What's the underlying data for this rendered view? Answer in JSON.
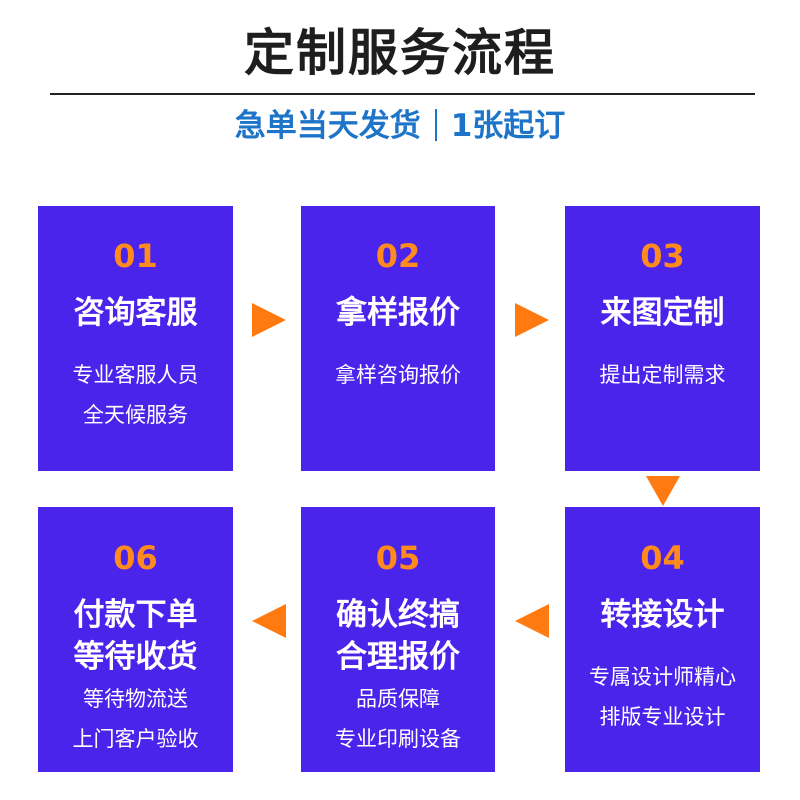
{
  "title": "定制服务流程",
  "subtitle": {
    "left": "急单当天发货",
    "right": "1张起订"
  },
  "steps": [
    {
      "num": "01",
      "name": [
        "咨询客服"
      ],
      "desc": [
        "专业客服人员",
        "全天候服务"
      ]
    },
    {
      "num": "02",
      "name": [
        "拿样报价"
      ],
      "desc": [
        "拿样咨询报价"
      ]
    },
    {
      "num": "03",
      "name": [
        "来图定制"
      ],
      "desc": [
        "提出定制需求"
      ]
    },
    {
      "num": "04",
      "name": [
        "转接设计"
      ],
      "desc": [
        "专属设计师精心",
        "排版专业设计"
      ]
    },
    {
      "num": "05",
      "name": [
        "确认终搞",
        "合理报价"
      ],
      "desc": [
        "品质保障",
        "专业印刷设备"
      ]
    },
    {
      "num": "06",
      "name": [
        "付款下单",
        "等待收货"
      ],
      "desc": [
        "等待物流送",
        "上门客户验收"
      ]
    }
  ],
  "colors": {
    "card": "#4b24ec",
    "number": "#ff8a1e",
    "arrow": "#ff7a10",
    "subtitle": "#1d74c8"
  },
  "icons": {
    "arrow_right": "arrow-right-icon",
    "arrow_left": "arrow-left-icon",
    "arrow_down": "arrow-down-icon"
  }
}
